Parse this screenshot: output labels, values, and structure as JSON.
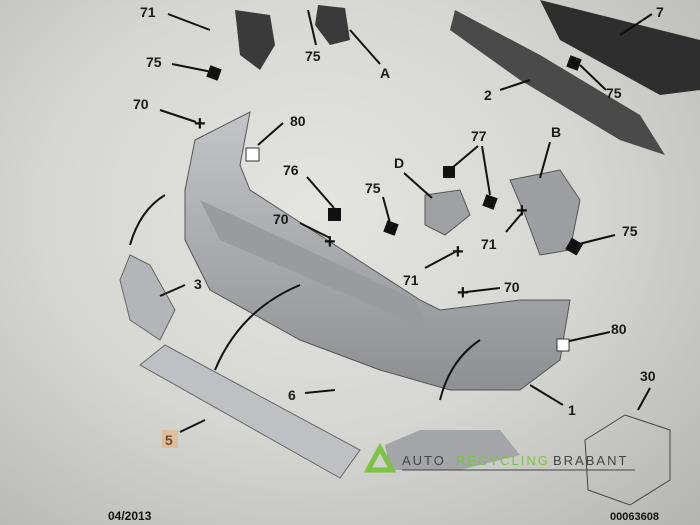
{
  "diagram": {
    "labels": [
      "71",
      "75",
      "75",
      "A",
      "7",
      "2",
      "75",
      "70",
      "80",
      "77",
      "B",
      "76",
      "D",
      "75",
      "70",
      "71",
      "75",
      "3",
      "71",
      "70",
      "80",
      "6",
      "1",
      "5",
      "30"
    ],
    "watermark": {
      "part1": "AUTO",
      "part2": "RECYCLING",
      "part3": "BRABANT"
    },
    "footer_left": "04/2013",
    "footer_right": "00063608"
  },
  "colors": {
    "part": "#a9aaac",
    "line": "#111111",
    "accent": "#7cc243",
    "highlight": "#e8a050"
  }
}
